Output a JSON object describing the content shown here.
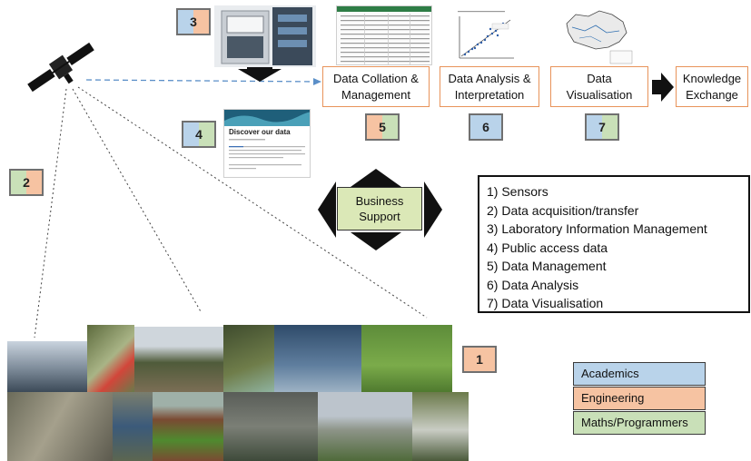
{
  "stages": {
    "collation": "Data Collation & Management",
    "analysis": "Data Analysis & Interpretation",
    "visualisation": "Data Visualisation",
    "knowledge": "Knowledge Exchange"
  },
  "business_support": "Business Support",
  "number_badges": [
    {
      "num": "1",
      "colors": [
        "#f6c3a2",
        "#f6c3a2"
      ]
    },
    {
      "num": "2",
      "colors": [
        "#c9e0b8",
        "#f6c3a2"
      ]
    },
    {
      "num": "3",
      "colors": [
        "#b9d3ea",
        "#f6c3a2"
      ]
    },
    {
      "num": "4",
      "colors": [
        "#b9d3ea",
        "#c9e0b8"
      ]
    },
    {
      "num": "5",
      "colors": [
        "#f6c3a2",
        "#c9e0b8"
      ]
    },
    {
      "num": "6",
      "colors": [
        "#b9d3ea",
        "#b9d3ea"
      ]
    },
    {
      "num": "7",
      "colors": [
        "#b9d3ea",
        "#c9e0b8"
      ]
    }
  ],
  "legend_items": [
    "1)  Sensors",
    "2)  Data acquisition/transfer",
    "3)  Laboratory Information Management",
    "4)  Public access data",
    "5)  Data Management",
    "6)  Data Analysis",
    "7)  Data Visualisation"
  ],
  "teams": [
    {
      "label": "Academics",
      "color": "#b9d3ea"
    },
    {
      "label": "Engineering",
      "color": "#f6c3a2"
    },
    {
      "label": "Maths/Programmers",
      "color": "#c9e0b8"
    }
  ],
  "web_page": {
    "heading": "Discover our data"
  }
}
